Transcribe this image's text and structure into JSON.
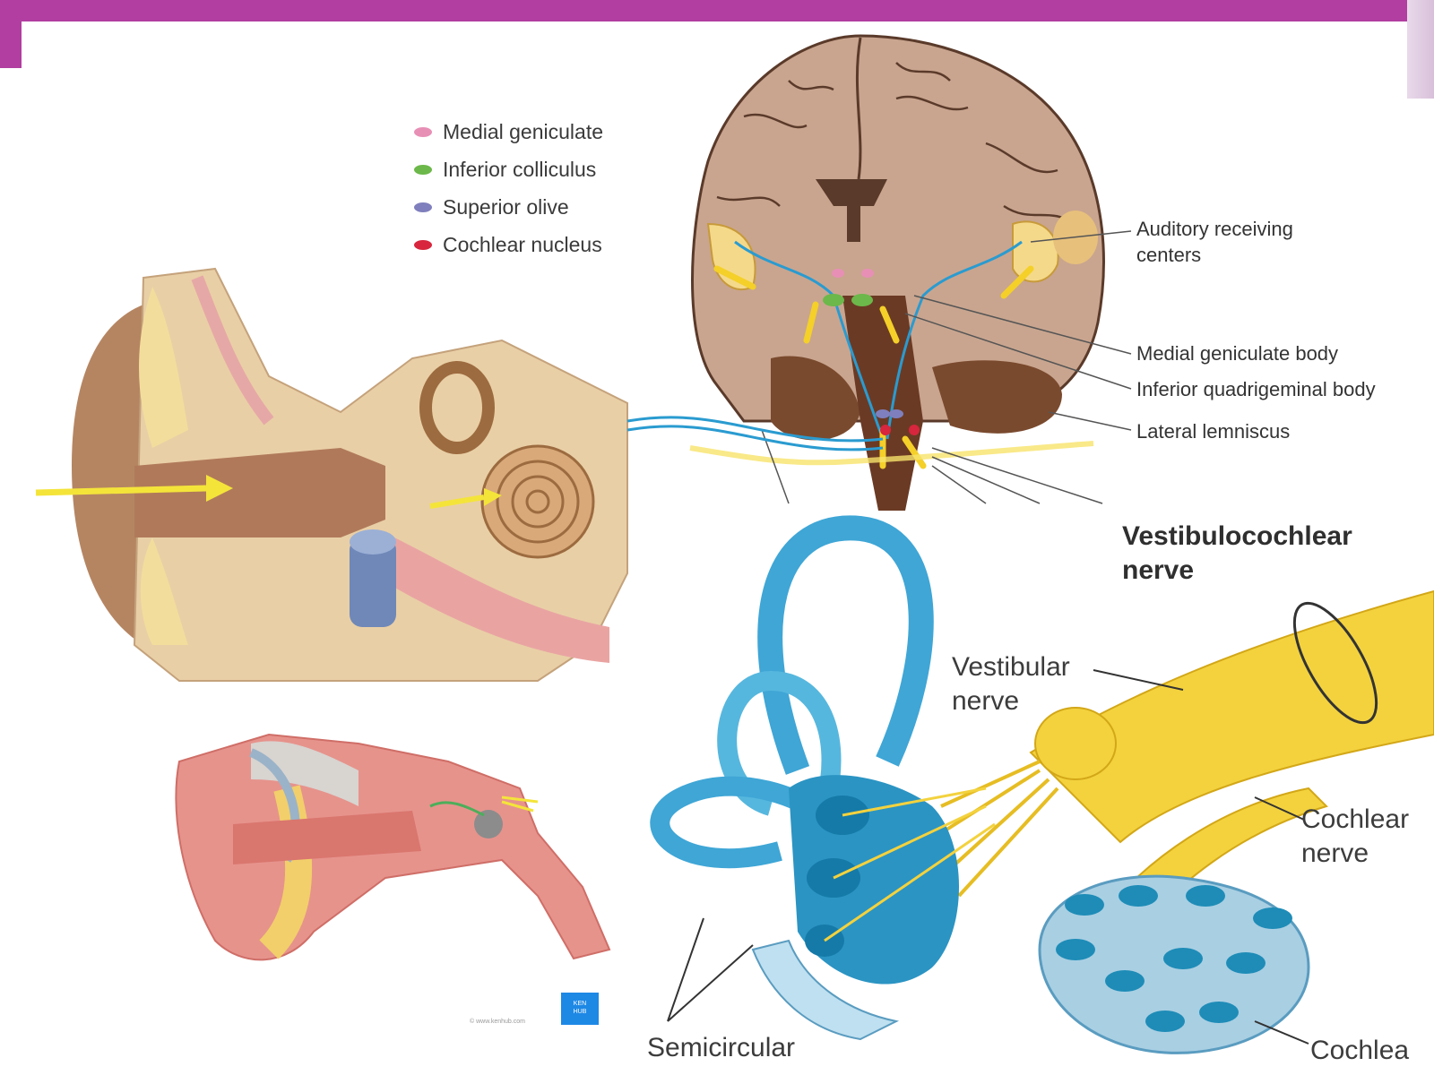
{
  "colors": {
    "frame": "#b13ea0",
    "medial_geniculate": "#e88fb6",
    "inferior_colliculus": "#6cb84a",
    "superior_olive": "#7f7fbd",
    "cochlear_nucleus": "#d7263d",
    "nerve_yellow": "#f1d23a",
    "labyrinth_blue": "#3fa6d6"
  },
  "legend": [
    {
      "label": "Medial geniculate",
      "color": "#e88fb6"
    },
    {
      "label": "Inferior colliculus",
      "color": "#6cb84a"
    },
    {
      "label": "Superior olive",
      "color": "#7f7fbd"
    },
    {
      "label": "Cochlear nucleus",
      "color": "#d7263d"
    }
  ],
  "brain_labels": {
    "auditory_receiving_line1": "Auditory receiving",
    "auditory_receiving_line2": "centers",
    "medial_geniculate_body": "Medial geniculate body",
    "inferior_quadrigeminal_body": "Inferior quadrigeminal body",
    "lateral_lemniscus": "Lateral lemniscus"
  },
  "inner_ear_labels": {
    "vestibulocochlear_line1": "Vestibulocochlear",
    "vestibulocochlear_line2": "nerve",
    "vestibular_line1": "Vestibular",
    "vestibular_line2": "nerve",
    "cochlear_line1": "Cochlear",
    "cochlear_line2": "nerve",
    "cochlea": "Cochlea",
    "semicircular": "Semicircular"
  },
  "badge": {
    "line1": "KEN",
    "line2": "HUB"
  },
  "watermark": "© www.kenhub.com"
}
